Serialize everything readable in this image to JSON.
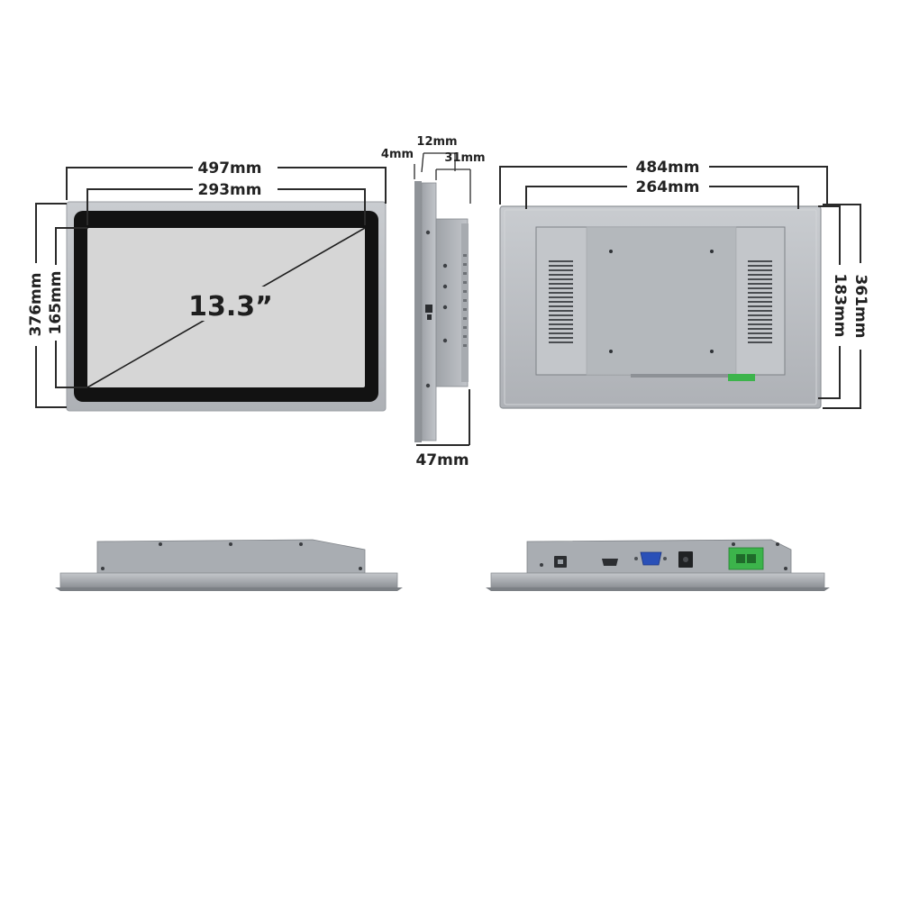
{
  "front_view": {
    "width_label": "497mm",
    "screen_width_label": "293mm",
    "height_label": "376mm",
    "screen_height_label": "165mm",
    "diagonal_label": "13.3”"
  },
  "side_view": {
    "bezel_label": "12mm",
    "front_frame_label": "4mm",
    "body_label": "31mm",
    "depth_label": "47mm"
  },
  "back_view": {
    "width_label": "484mm",
    "mount_width_label": "264mm",
    "height_label": "361mm",
    "mount_height_label": "183mm"
  },
  "colors": {
    "frame": "#b9bcc1",
    "screen_glass": "#d6d6d6",
    "bezel": "#121212",
    "terminal_block": "#3cb44b"
  }
}
